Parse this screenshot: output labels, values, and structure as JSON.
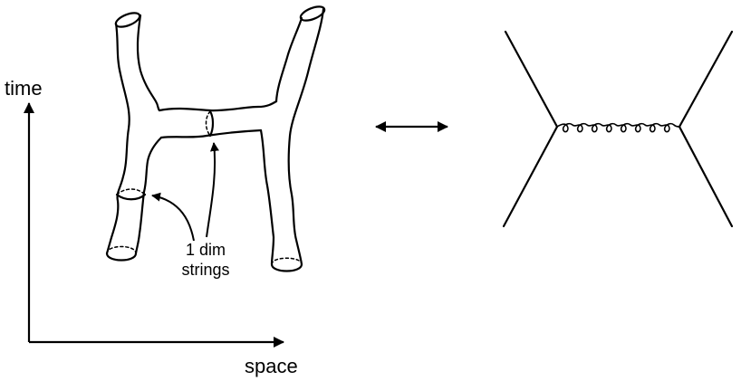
{
  "axes": {
    "vertical_label": "time",
    "horizontal_label": "space"
  },
  "string_diagram": {
    "annotation_line1": "1 dim",
    "annotation_line2": "strings"
  },
  "colors": {
    "ink": "#000000",
    "background": "#ffffff"
  }
}
